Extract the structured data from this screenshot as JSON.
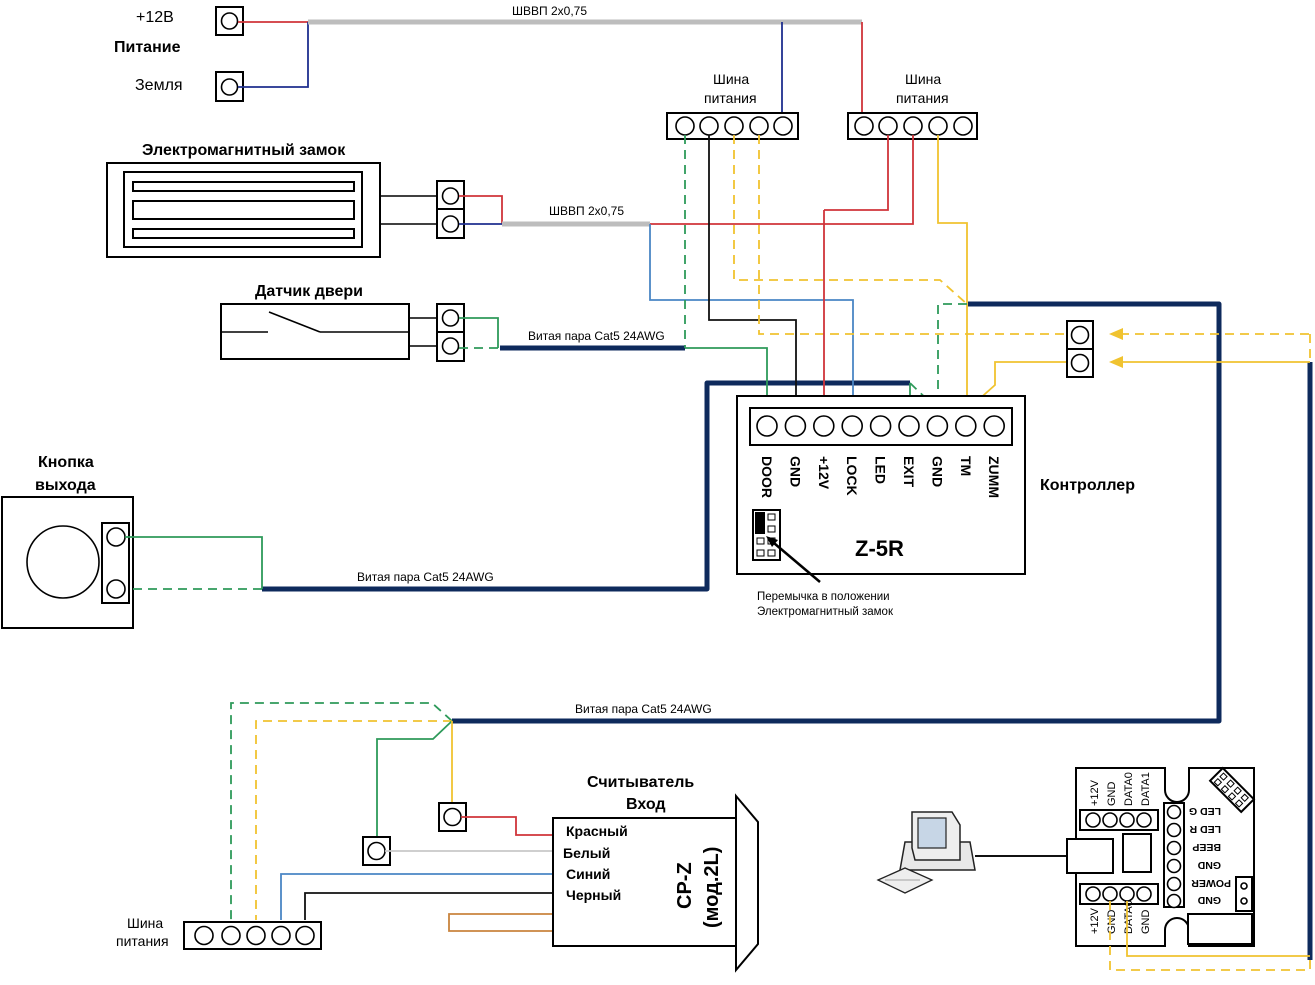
{
  "power_supply": {
    "title": "Питание",
    "plus_label": "+12В",
    "ground_label": "Земля"
  },
  "cables": {
    "shvvp_top": "ШВВП 2х0,75",
    "shvvp_lock": "ШВВП 2х0,75",
    "cat5_sensor": "Витая пара Cat5 24AWG",
    "cat5_button": "Витая пара Cat5 24AWG",
    "cat5_reader": "Витая пара Cat5 24AWG"
  },
  "power_bus_1": {
    "label_line1": "Шина",
    "label_line2": "питания"
  },
  "power_bus_2": {
    "label_line1": "Шина",
    "label_line2": "питания"
  },
  "power_bus_3": {
    "label_line1": "Шина",
    "label_line2": "питания"
  },
  "lock": {
    "title": "Электромагнитный замок"
  },
  "door_sensor": {
    "title": "Датчик двери"
  },
  "exit_button": {
    "title_line1": "Кнопка",
    "title_line2": "выхода"
  },
  "controller": {
    "title": "Контроллер",
    "model": "Z-5R",
    "terminals": [
      "DOOR",
      "GND",
      "+12V",
      "LOCK",
      "LED",
      "EXIT",
      "GND",
      "TM",
      "ZUMM"
    ],
    "jumper_note_line1": "Перемычка в положении",
    "jumper_note_line2": "Электромагнитный замок"
  },
  "reader": {
    "title_line1": "Считыватель",
    "title_line2": "Вход",
    "model_line1": "CP-Z",
    "model_line2": "(мод.2L)",
    "wires": [
      "Красный",
      "Белый",
      "Синий",
      "Черный"
    ]
  },
  "converter": {
    "top_pins": [
      "+12V",
      "GND",
      "DATA0",
      "DATA1"
    ],
    "bottom_pins": [
      "+12V",
      "GND",
      "DATA0",
      "GND"
    ],
    "side_pins": [
      "LED G",
      "LED R",
      "BEEP",
      "GND",
      "POWER",
      "GND"
    ]
  },
  "colors": {
    "cable": "#0e2a5c",
    "red": "#d0343a",
    "blue": "#1f2f8f",
    "light_blue": "#4a86c5",
    "green": "#2e9a5a",
    "yellow": "#f0c330",
    "gray": "#bdbdbd"
  }
}
